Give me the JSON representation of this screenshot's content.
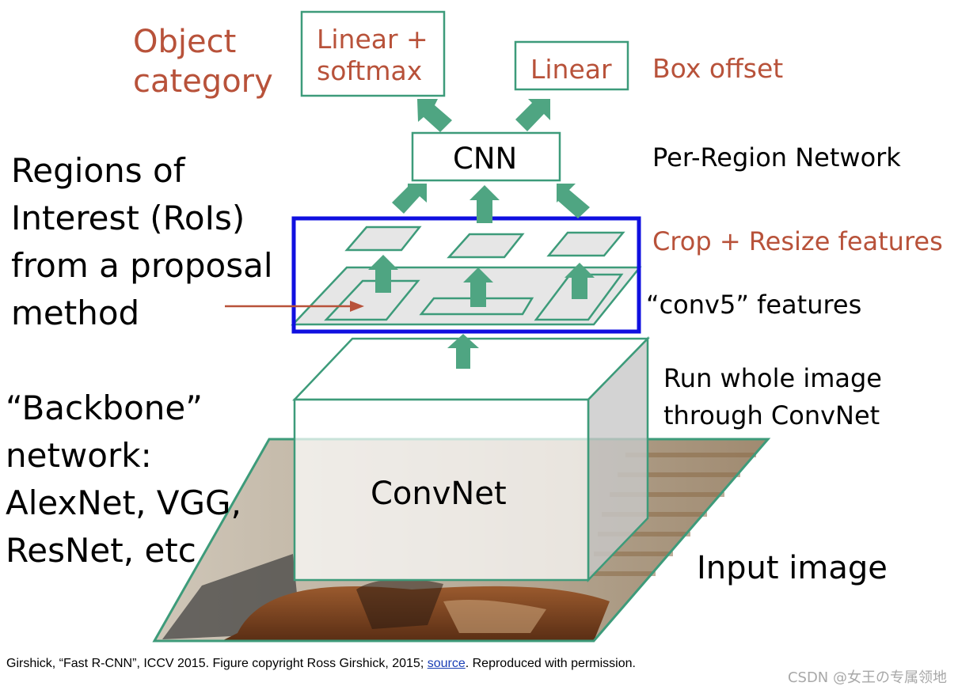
{
  "labels": {
    "object_category": "Object category",
    "linear_softmax": [
      "Linear +",
      "softmax"
    ],
    "linear": "Linear",
    "box_offset": "Box offset",
    "cnn": "CNN",
    "per_region_network": "Per-Region Network",
    "crop_resize": "Crop + Resize features",
    "conv5": "“conv5” features",
    "rois": [
      "Regions of",
      "Interest (RoIs)",
      "from a proposal",
      "method"
    ],
    "run_whole_image": [
      "Run whole image",
      "through ConvNet"
    ],
    "backbone": [
      "“Backbone”",
      "network:",
      "AlexNet, VGG,",
      "ResNet, etc"
    ],
    "convnet": "ConvNet",
    "input_image": "Input image"
  },
  "footer": {
    "before_link": "Girshick, “Fast R-CNN”, ICCV 2015. Figure copyright Ross Girshick, 2015; ",
    "link": "source",
    "after_link": ". Reproduced with permission."
  },
  "watermark": "CSDN @女王の专属领地",
  "colors": {
    "green": "#3d9b7a",
    "arrow_green": "#4fa582",
    "red": "#b8523a",
    "blue": "#1010e0",
    "feature_gray": "#e6e6e6"
  }
}
